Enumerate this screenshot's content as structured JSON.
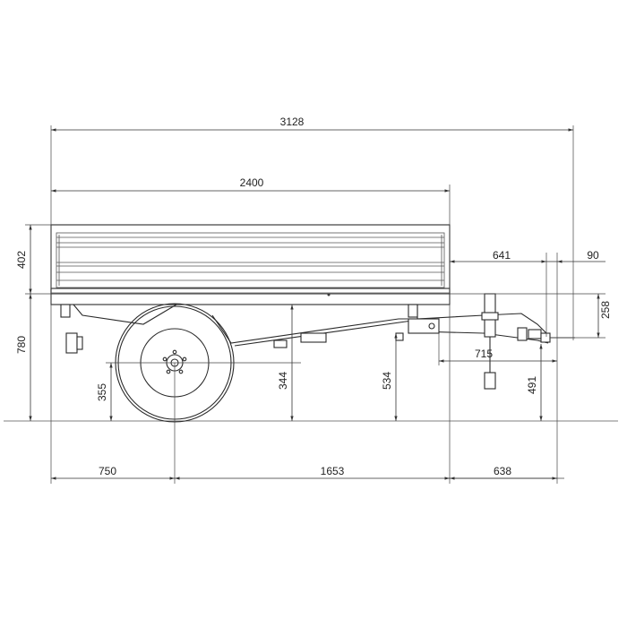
{
  "dimensions": {
    "overall_length": "3128",
    "body_length": "2400",
    "body_height": "402",
    "overall_height": "780",
    "wheel_center_height": "355",
    "axle_to_ground": "344",
    "front_support_height": "534",
    "jockey_wheel_height": "491",
    "drawbar_offset": "641",
    "hitch_length": "90",
    "coupling_drop": "258",
    "drawbar_length": "715",
    "rear_overhang": "750",
    "axle_to_front": "1653",
    "front_extension": "638"
  }
}
